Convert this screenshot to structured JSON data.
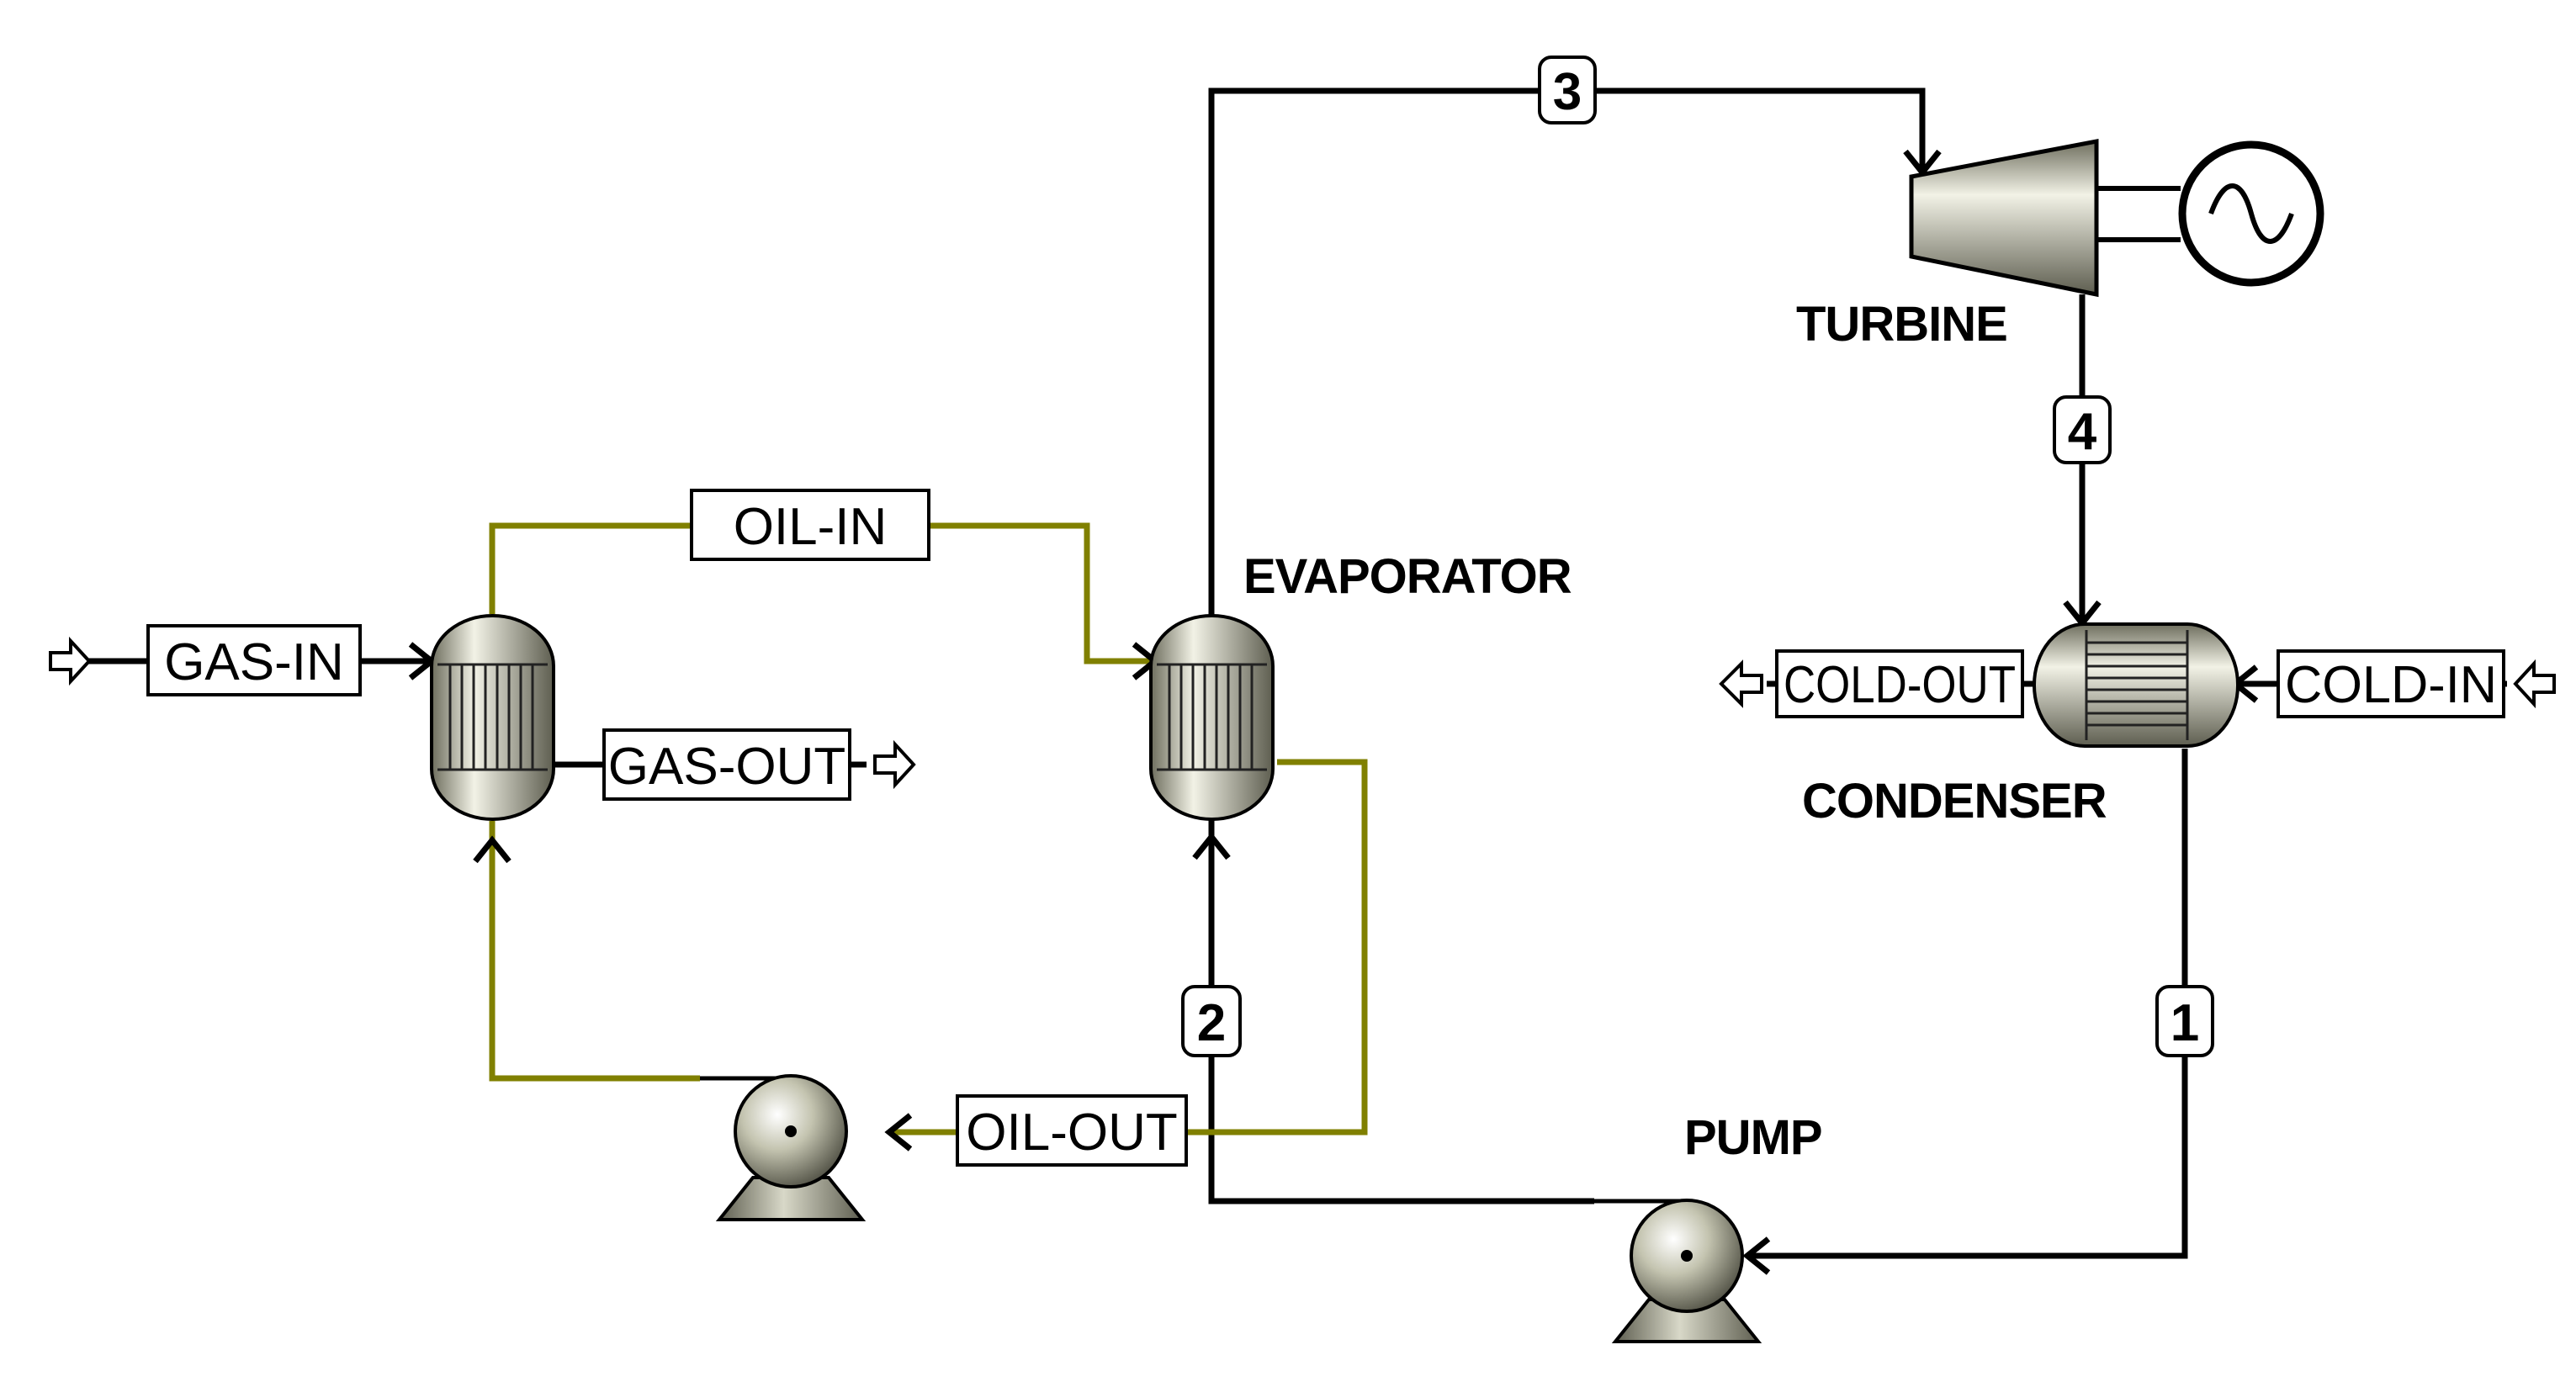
{
  "colors": {
    "working_fluid_line": "#000000",
    "oil_line": "#808000",
    "equipment_fill": "#c8c8b4",
    "background": "#ffffff"
  },
  "units": {
    "turbine": "TURBINE",
    "evaporator": "EVAPORATOR",
    "condenser": "CONDENSER",
    "pump": "PUMP"
  },
  "streams": {
    "gas_in": "GAS-IN",
    "gas_out": "GAS-OUT",
    "oil_in": "OIL-IN",
    "oil_out": "OIL-OUT",
    "cold_in": "COLD-IN",
    "cold_out": "COLD-OUT",
    "s1": "1",
    "s2": "2",
    "s3": "3",
    "s4": "4"
  },
  "icons": {
    "generator": "generator-sine-icon",
    "heat_exchanger": "shell-tube-heat-exchanger-icon",
    "pump": "centrifugal-pump-icon",
    "feed_arrow": "open-feed-arrow-icon"
  }
}
